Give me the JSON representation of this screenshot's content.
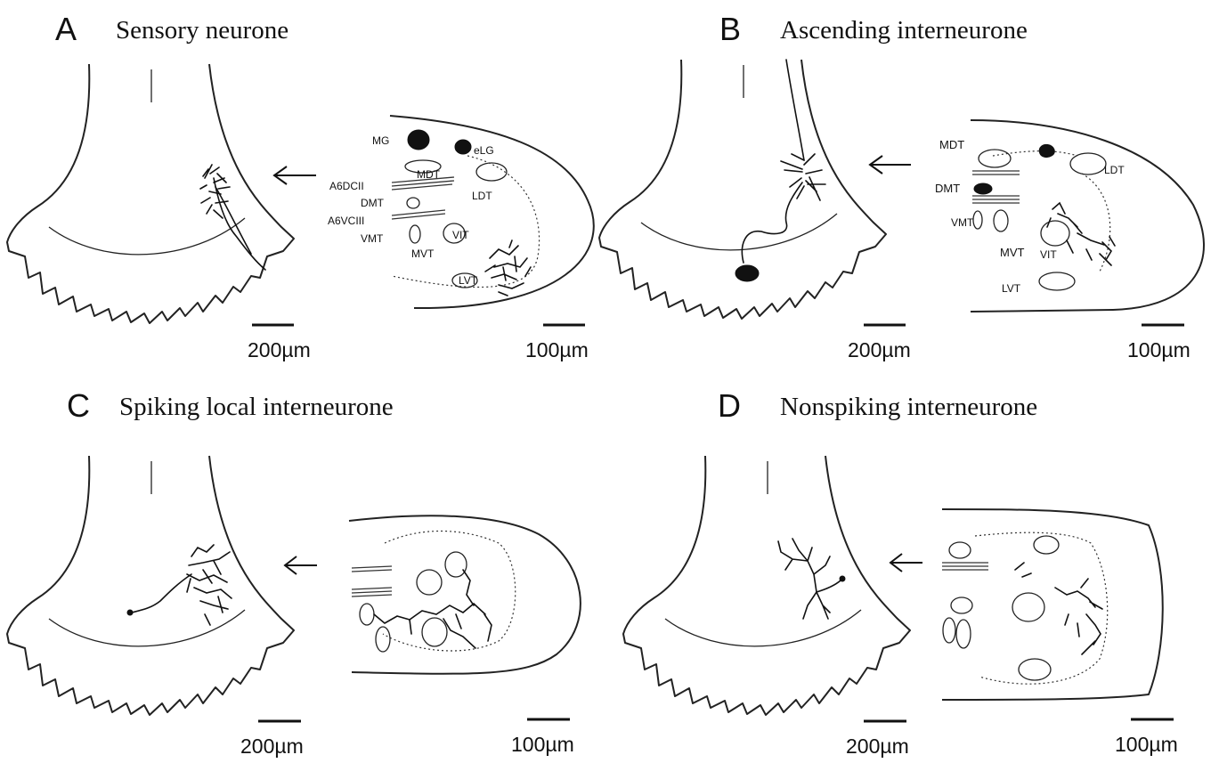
{
  "panels": [
    {
      "letter": "A",
      "title": "Sensory neurone",
      "scale_whole": "200µm",
      "scale_section": "100µm",
      "labels": [
        "MG",
        "eLG",
        "MDT",
        "A6DCII",
        "DMT",
        "LDT",
        "A6VCIII",
        "VMT",
        "VIT",
        "MVT",
        "LVT"
      ]
    },
    {
      "letter": "B",
      "title": "Ascending interneurone",
      "scale_whole": "200µm",
      "scale_section": "100µm",
      "labels": [
        "MDT",
        "LDT",
        "DMT",
        "VMT",
        "MVT",
        "VIT",
        "LVT"
      ]
    },
    {
      "letter": "C",
      "title": "Spiking local interneurone",
      "scale_whole": "200µm",
      "scale_section": "100µm"
    },
    {
      "letter": "D",
      "title": "Nonspiking interneurone",
      "scale_whole": "200µm",
      "scale_section": "100µm"
    }
  ]
}
